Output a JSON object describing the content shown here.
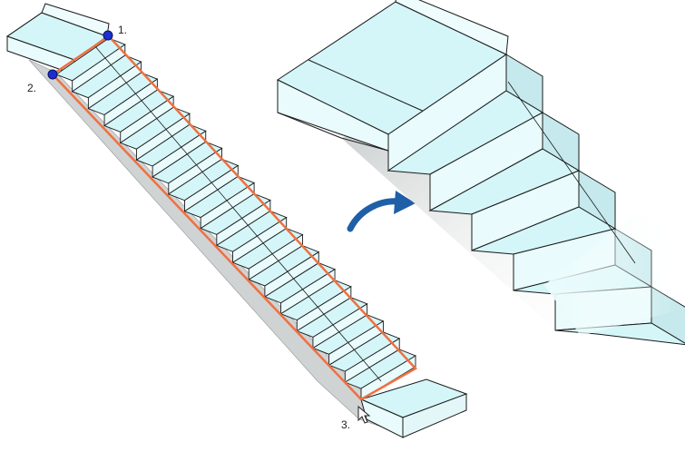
{
  "labels": {
    "point_1": "1.",
    "point_2": "2.",
    "point_3": "3."
  },
  "colors": {
    "glass_top": "#d4f6f8",
    "glass_side": "#e9fbfc",
    "glass_dark": "#c5e9ec",
    "edge": "#1a1a1a",
    "shadow": "#cfd3d3",
    "outline": "#f07040",
    "point": "#1b2fd0",
    "arrow": "#1f5fa8"
  },
  "icons": {
    "arrow": "curved-arrow-icon",
    "cursor": "mouse-cursor-icon",
    "point": "pick-point-icon"
  },
  "stairs": {
    "overview_step_count": 19,
    "detail_step_count": 5
  }
}
